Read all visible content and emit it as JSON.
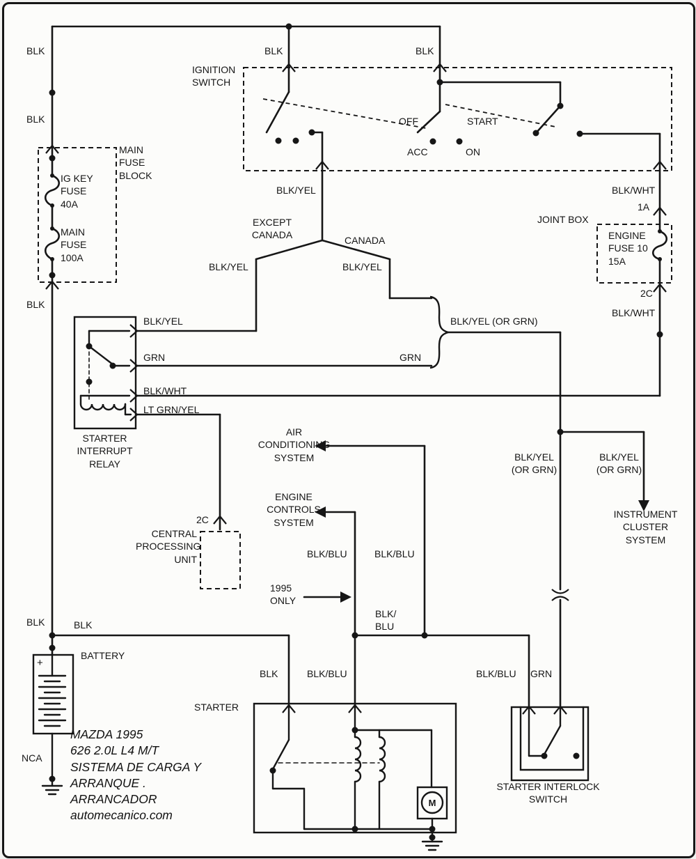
{
  "diagram_title": "MAZDA 1995 626 2.0L L4 M/T - Sistema de carga y arranque (arrancador) wiring diagram",
  "colors": {
    "line": "#161616",
    "paper": "#fcfcfa"
  },
  "labels": {
    "blk_1": "BLK",
    "blk_2": "BLK",
    "blk_3": "BLK",
    "blk_4": "BLK",
    "blk_5": "BLK",
    "blk_6": "BLK",
    "blk_7": "BLK",
    "blk_8": "BLK",
    "ignition_switch": "IGNITION\nSWITCH",
    "main_fuse_block": "MAIN\nFUSE\nBLOCK",
    "ig_key_fuse": "IG KEY\nFUSE\n40A",
    "main_fuse": "MAIN\nFUSE\n100A",
    "off": "OFF",
    "start": "START",
    "acc": "ACC",
    "on": "ON",
    "blk_yel_1": "BLK/YEL",
    "blk_wht_1": "BLK/WHT",
    "conn_1a": "1A",
    "joint_box": "JOINT BOX",
    "except_canada": "EXCEPT\nCANADA",
    "canada": "CANADA",
    "engine_fuse": "ENGINE\nFUSE 10\n15A",
    "blk_yel_2": "BLK/YEL",
    "blk_yel_3": "BLK/YEL",
    "conn_2c_1": "2C",
    "blk_wht_2": "BLK/WHT",
    "relay_blk_yel": "BLK/YEL",
    "blk_yel_or_grn": "BLK/YEL (OR GRN)",
    "relay_grn": "GRN",
    "grn_2": "GRN",
    "relay_blk_wht": "BLK/WHT",
    "relay_lt_grn_yel": "LT GRN/YEL",
    "starter_interrupt_relay": "STARTER\nINTERRUPT\nRELAY",
    "air_conditioning_system": "AIR\nCONDITIONING\nSYSTEM",
    "blk_yel_or_grn_2": "BLK/YEL\n(OR GRN)",
    "blk_yel_or_grn_3": "BLK/YEL\n(OR GRN)",
    "engine_controls_system": "ENGINE\nCONTROLS\nSYSTEM",
    "instrument_cluster_system": "INSTRUMENT\nCLUSTER\nSYSTEM",
    "conn_2c_2": "2C",
    "central_processing_unit": "CENTRAL\nPROCESSING\nUNIT",
    "blk_blu_1": "BLK/BLU",
    "blk_blu_2": "BLK/BLU",
    "only_1995": "1995\nONLY",
    "blk_blu_3": "BLK/\nBLU",
    "battery": "BATTERY",
    "battery_plus": "+",
    "blk_blu_4": "BLK/BLU",
    "blk_blu_5": "BLK/BLU",
    "grn_3": "GRN",
    "starter": "STARTER",
    "nca": "NCA",
    "starter_interlock_switch": "STARTER INTERLOCK\nSWITCH",
    "motor_m": "M"
  },
  "footer": {
    "text": "MAZDA 1995\n626  2.0L  L4    M/T\nSISTEMA DE CARGA Y\nARRANQUE .\nARRANCADOR\nautomecanico.com"
  }
}
